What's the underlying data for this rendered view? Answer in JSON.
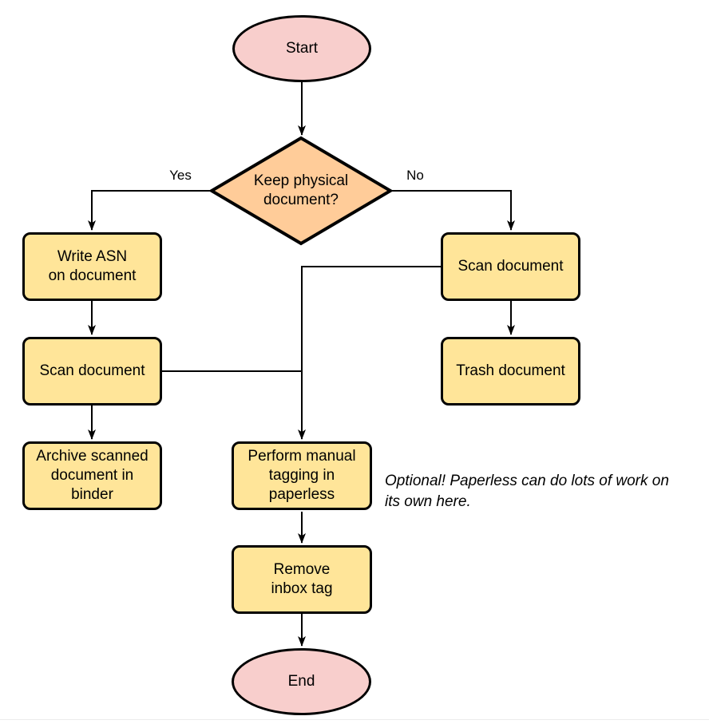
{
  "colors": {
    "terminal_fill": "#f8cecc",
    "decision_fill": "#ffcc99",
    "process_fill": "#ffe599",
    "stroke": "#000000"
  },
  "nodes": {
    "start": {
      "label": "Start"
    },
    "decision": {
      "label": "Keep physical\ndocument?"
    },
    "write_asn": {
      "label": "Write ASN\non document"
    },
    "scan_left": {
      "label": "Scan document"
    },
    "archive": {
      "label": "Archive scanned\ndocument in\nbinder"
    },
    "scan_right": {
      "label": "Scan document"
    },
    "trash": {
      "label": "Trash document"
    },
    "tagging": {
      "label": "Perform manual\ntagging in\npaperless"
    },
    "remove_inbox": {
      "label": "Remove\ninbox tag"
    },
    "end": {
      "label": "End"
    }
  },
  "edge_labels": {
    "yes": "Yes",
    "no": "No"
  },
  "annotation": {
    "text": "Optional! Paperless can do lots of work on\nits own here."
  }
}
